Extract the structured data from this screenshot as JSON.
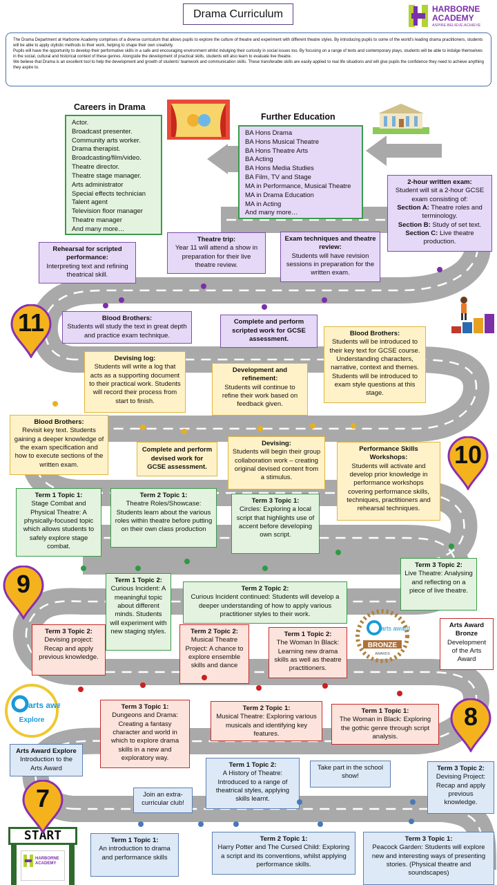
{
  "title": "Drama Curriculum",
  "logo": {
    "name": "HARBORNE",
    "name2": "ACADEMY",
    "tagline": "ASPIRE.BELIEVE.ACHIEVE"
  },
  "intro": [
    "The Drama Department at Harborne Academy comprises of a diverse curriculum that allows pupils to explore the culture of theatre and experiment with different theatre styles. By introducing pupils to some of the world's leading drama practitioners, students will be able to apply stylistic methods to their work, helping to shape their own creativity.",
    "Pupils will have the opportunity to develop their performative skills in a safe and encouraging environment whilst indulging their curiosity in social issues too. By focusing on a range of texts and contemporary plays, students will be able to indulge themselves in the social, cultural and historical context of these genres. Alongside the development of practical skills, students will also learn to evaluate live theatre.",
    "We believe that Drama is an excellent tool to help the development and growth of students' teamwork and communication skills. These transferable skills are easily applied to real life situations and will give pupils the confidence they need to achieve anything they aspire to."
  ],
  "careers": {
    "heading": "Careers in Drama",
    "items": [
      "Actor.",
      "Broadcast presenter.",
      "Community arts worker.",
      "Drama therapist.",
      "Broadcasting/film/video.",
      "Theatre director.",
      "Theatre stage manager.",
      "Arts administrator",
      "Special effects technician",
      "Talent agent",
      "Television floor manager",
      "Theatre manager",
      "And many more…"
    ]
  },
  "further": {
    "heading": "Further Education",
    "items": [
      "BA Hons Drama",
      "BA Hons Musical Theatre",
      "BA Hons Theatre Arts",
      "BA Acting",
      "BA Hons Media Studies",
      "BA Film, TV and Stage",
      "MA in Performance, Musical Theatre",
      "MA in Drama Education",
      "MA in Acting",
      "And many more…"
    ]
  },
  "pins": {
    "y11": "11",
    "y10": "10",
    "y9": "9",
    "y8": "8",
    "y7": "7"
  },
  "start": "START",
  "y11": {
    "exam": {
      "h": "2-hour written exam:",
      "t1": "Student will sit a 2-hour GCSE exam consisting of:",
      "a_h": "Section A:",
      "a_t": " Theatre roles and terminology.",
      "b_h": "Section B:",
      "b_t": " Study of set text.",
      "c_h": "Section C:",
      "c_t": " Live theatre production."
    },
    "rehearsal": {
      "h": "Rehearsal for scripted performance:",
      "t": "Interpreting text and refining theatrical skill."
    },
    "trip": {
      "h": "Theatre trip:",
      "t": "Year 11 will attend a show in preparation for their live theatre review."
    },
    "techniques": {
      "h": "Exam techniques and theatre review:",
      "t": "Students will have revision sessions in preparation for the written exam."
    },
    "blood": {
      "h": "Blood Brothers:",
      "t": "Students will study the text in great depth and practice exam technique."
    },
    "scripted": {
      "h": "Complete and perform scripted work for GCSE assessment."
    }
  },
  "y10": {
    "blood1": {
      "h": "Blood Brothers:",
      "t": "Students will be introduced to their key text for GCSE course. Understanding characters, narrative, context and themes. Students will be introduced to exam style questions at this stage."
    },
    "log": {
      "h": "Devising log:",
      "t": "Students will write a log that acts as a supporting document to their practical work. Students will record their process from start to finish."
    },
    "dev": {
      "h": "Development and refinement:",
      "t": "Students will continue to refine their work based on feedback given."
    },
    "blood2": {
      "h": "Blood Brothers:",
      "t": "Revisit key text. Students gaining a deeper knowledge of the exam specification and how to execute sections of the written exam."
    },
    "devised": {
      "h": "Complete and perform devised work for GCSE assessment."
    },
    "devising": {
      "h": "Devising:",
      "t": "Students will begin their group collaboration work – creating original devised content from a stimulus."
    },
    "workshops": {
      "h": "Performance Skills Workshops:",
      "t": "Students will activate and develop prior knowledge in performance workshops covering performance skills, techniques, practitioners and rehearsal techniques."
    }
  },
  "y9": {
    "t1a": {
      "h": "Term 1 Topic 1:",
      "t": "Stage Combat and Physical Theatre: A physically-focused topic which allows students to safely explore stage combat."
    },
    "t2a": {
      "h": "Term 2 Topic 1:",
      "t": "Theatre Roles/Showcase: Students learn about the various roles within theatre before putting on their own class production"
    },
    "t3a": {
      "h": "Term 3 Topic 1:",
      "t": "Circles: Exploring a local script that highlights use of accent before developing own script."
    },
    "t1b": {
      "h": "Term 1 Topic 2:",
      "t": "Curious Incident: A meaningful topic about different minds. Students will experiment with new staging styles."
    },
    "t2b": {
      "h": "Term 2 Topic 2:",
      "t": "Curious Incident continued: Students will develop a deeper understanding of how to apply various practitioner styles to their work."
    },
    "t3b": {
      "h": "Term 3 Topic 2:",
      "t": "Live Theatre: Analysing and reflecting on a piece of live theatre."
    }
  },
  "bronze": {
    "brand": "arts award",
    "level": "BRONZE",
    "sub": "AWARDS",
    "h": "Arts Award Bronze",
    "t": "Development of the Arts Award"
  },
  "y8": {
    "t3b": {
      "h": "Term 3 Topic 2:",
      "t": "Devising project: Recap and apply previous knowledge."
    },
    "t2b": {
      "h": "Term 2 Topic 2:",
      "t": "Musical Theatre Project: A chance to explore ensemble skills and dance"
    },
    "t1b": {
      "h": "Term 1 Topic 2:",
      "t": "The Woman In Black: Learning new drama skills as well as theatre practitioners."
    },
    "t3a": {
      "h": "Term 3 Topic 1:",
      "t": "Dungeons and Drama: Creating a fantasy character and world in which to explore drama skills in a new and exploratory way."
    },
    "t2a": {
      "h": "Term 2 Topic 1:",
      "t": "Musical Theatre: Exploring various musicals and identifying key features."
    },
    "t1a": {
      "h": "Term 1 Topic 1:",
      "t": "The Woman in Black: Exploring the gothic genre through script analysis."
    }
  },
  "explore": {
    "brand": "arts award",
    "sub": "Explore",
    "h": "Arts Award Explore",
    "t": "Introduction to the Arts Award"
  },
  "y7": {
    "club": {
      "t": "Join an extra-curricular club!"
    },
    "t1b": {
      "h": "Term 1 Topic 2:",
      "t": "A History of Theatre: Introduced to a range of theatrical styles, applying skills learnt."
    },
    "show": {
      "t": "Take part in the school show!"
    },
    "t3b": {
      "h": "Term 3 Topic 2:",
      "t": "Devising Project: Recap and apply previous knowledge."
    },
    "t1a": {
      "h": "Term 1 Topic 1:",
      "t": "An introduction to drama and performance skills"
    },
    "t2a": {
      "h": "Term 2 Topic 1:",
      "t": "Harry Potter and The Cursed Child: Exploring a script and its conventions, whilst applying performance skills."
    },
    "t3a": {
      "h": "Term 3 Topic 1:",
      "t": "Peacock Garden: Students will explore new and interesting ways of presenting stories. (Physical theatre and soundscapes)"
    }
  },
  "colors": {
    "purple": "#7b2fa8",
    "yellow": "#e8b020",
    "green": "#2e9a44",
    "red": "#cc2020",
    "blue": "#4a78b8",
    "road": "#a8a8a8",
    "pin": "#f4b31c"
  }
}
